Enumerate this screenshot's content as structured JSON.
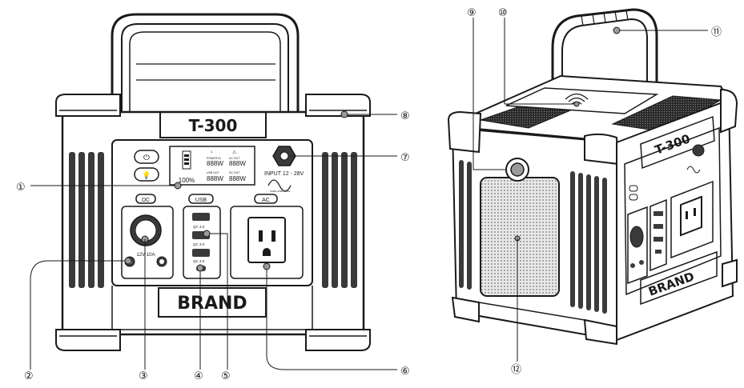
{
  "front_view": {
    "model": "T-300",
    "brand": "BRAND",
    "lcd": {
      "battery_percent": "100%",
      "rows": [
        {
          "label": "POWER IN",
          "value": "888W"
        },
        {
          "label": "AC OUT",
          "value": "888W"
        },
        {
          "label": "USB OUT",
          "value": "888W"
        },
        {
          "label": "DC OUT",
          "value": "888W"
        }
      ]
    },
    "input_label": "INPUT 12 - 28V",
    "pure_sine_label": "PURE SINE WAVE",
    "dc_label": "DC",
    "usb_label": "USB",
    "ac_label": "AC",
    "dc_output_rating": "12V 10A",
    "qc_label_1": "QC 3.0",
    "qc_label_2": "QC 3.0",
    "qc_label_3": "QC 3.0"
  },
  "rear_view": {
    "model": "T-300",
    "brand": "BRAND"
  },
  "callouts": [
    "①",
    "②",
    "③",
    "④",
    "⑤",
    "⑥",
    "⑦",
    "⑧",
    "⑨",
    "⑩",
    "⑪",
    "⑫"
  ],
  "colors": {
    "line": "#1a1a1a",
    "dark_fill": "#3a3a3a",
    "grey_fill": "#9a9a9a",
    "background": "#ffffff"
  }
}
